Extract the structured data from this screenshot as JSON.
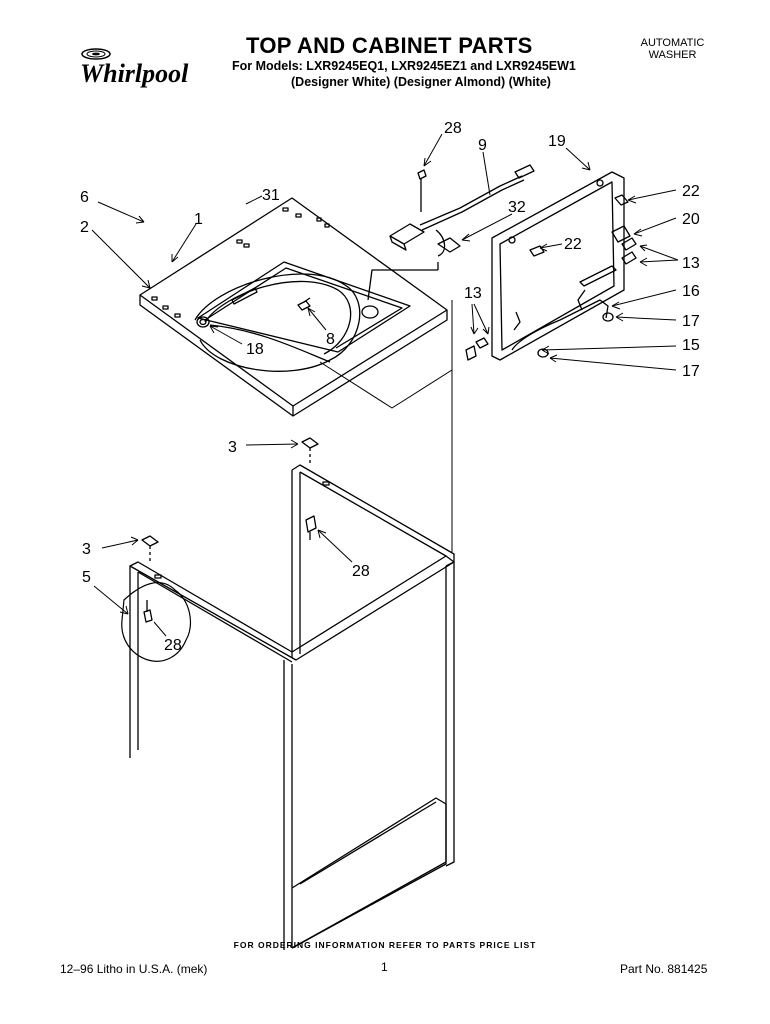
{
  "brand": "Whirlpool",
  "title": "TOP AND CABINET PARTS",
  "models_line": "For Models: LXR9245EQ1, LXR9245EZ1 and LXR9245EW1",
  "variants_line": "(Designer White)  (Designer Almond)  (White)",
  "product_type": [
    "AUTOMATIC",
    "WASHER"
  ],
  "callouts": {
    "c28a": "28",
    "c9": "9",
    "c19": "19",
    "c6": "6",
    "c31": "31",
    "c1": "1",
    "c2": "2",
    "c32": "32",
    "c22a": "22",
    "c22b": "22",
    "c20": "20",
    "c13a": "13",
    "c13b": "13",
    "c16": "16",
    "c17a": "17",
    "c15": "15",
    "c17b": "17",
    "c8": "8",
    "c18": "18",
    "c3a": "3",
    "c3b": "3",
    "c5": "5",
    "c28b": "28",
    "c28c": "28"
  },
  "footer": {
    "ordering_note": "FOR ORDERING INFORMATION REFER TO PARTS PRICE LIST",
    "litho": "12–96 Litho in U.S.A. (mek)",
    "page": "1",
    "part_no": "Part No. 881425"
  }
}
